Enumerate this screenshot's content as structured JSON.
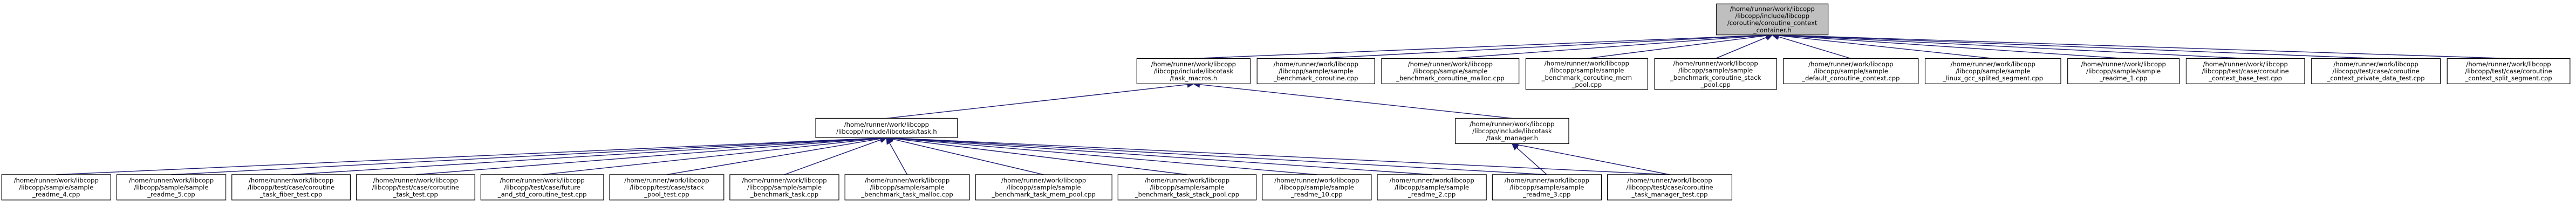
{
  "graph": {
    "edge_color": "#191970",
    "root_fill": "#bfbfbf",
    "node_fill": "#ffffff",
    "nodes": [
      {
        "id": "root",
        "lines": [
          "/home/runner/work/libcopp",
          "/libcopp/include/libcopp",
          "/coroutine/coroutine_context",
          "_container.h"
        ],
        "root": true
      },
      {
        "id": "task_macros",
        "lines": [
          "/home/runner/work/libcopp",
          "/libcopp/include/libcotask",
          "/task_macros.h"
        ]
      },
      {
        "id": "bench_coroutine",
        "lines": [
          "/home/runner/work/libcopp",
          "/libcopp/sample/sample",
          "_benchmark_coroutine.cpp"
        ]
      },
      {
        "id": "bench_coroutine_malloc",
        "lines": [
          "/home/runner/work/libcopp",
          "/libcopp/sample/sample",
          "_benchmark_coroutine_malloc.cpp"
        ]
      },
      {
        "id": "bench_coroutine_mem_pool",
        "lines": [
          "/home/runner/work/libcopp",
          "/libcopp/sample/sample",
          "_benchmark_coroutine_mem",
          "_pool.cpp"
        ]
      },
      {
        "id": "bench_coroutine_stack_pool",
        "lines": [
          "/home/runner/work/libcopp",
          "/libcopp/sample/sample",
          "_benchmark_coroutine_stack",
          "_pool.cpp"
        ]
      },
      {
        "id": "default_coroutine_context",
        "lines": [
          "/home/runner/work/libcopp",
          "/libcopp/sample/sample",
          "_default_coroutine_context.cpp"
        ]
      },
      {
        "id": "linux_gcc_splited_segment",
        "lines": [
          "/home/runner/work/libcopp",
          "/libcopp/sample/sample",
          "_linux_gcc_splited_segment.cpp"
        ]
      },
      {
        "id": "readme_1",
        "lines": [
          "/home/runner/work/libcopp",
          "/libcopp/sample/sample",
          "_readme_1.cpp"
        ]
      },
      {
        "id": "coroutine_context_base_test",
        "lines": [
          "/home/runner/work/libcopp",
          "/libcopp/test/case/coroutine",
          "_context_base_test.cpp"
        ]
      },
      {
        "id": "coroutine_context_private_data_test",
        "lines": [
          "/home/runner/work/libcopp",
          "/libcopp/test/case/coroutine",
          "_context_private_data_test.cpp"
        ]
      },
      {
        "id": "coroutine_context_split_segment",
        "lines": [
          "/home/runner/work/libcopp",
          "/libcopp/test/case/coroutine",
          "_context_split_segment.cpp"
        ]
      },
      {
        "id": "task_h",
        "lines": [
          "/home/runner/work/libcopp",
          "/libcopp/include/libcotask/task.h"
        ]
      },
      {
        "id": "task_manager_h",
        "lines": [
          "/home/runner/work/libcopp",
          "/libcopp/include/libcotask",
          "/task_manager.h"
        ]
      },
      {
        "id": "readme_4",
        "lines": [
          "/home/runner/work/libcopp",
          "/libcopp/sample/sample",
          "_readme_4.cpp"
        ]
      },
      {
        "id": "readme_5",
        "lines": [
          "/home/runner/work/libcopp",
          "/libcopp/sample/sample",
          "_readme_5.cpp"
        ]
      },
      {
        "id": "task_fiber_test",
        "lines": [
          "/home/runner/work/libcopp",
          "/libcopp/test/case/coroutine",
          "_task_fiber_test.cpp"
        ]
      },
      {
        "id": "coroutine_task_test",
        "lines": [
          "/home/runner/work/libcopp",
          "/libcopp/test/case/coroutine",
          "_task_test.cpp"
        ]
      },
      {
        "id": "future_and_std_coroutine_test",
        "lines": [
          "/home/runner/work/libcopp",
          "/libcopp/test/case/future",
          "_and_std_coroutine_test.cpp"
        ]
      },
      {
        "id": "stack_pool_test",
        "lines": [
          "/home/runner/work/libcopp",
          "/libcopp/test/case/stack",
          "_pool_test.cpp"
        ]
      },
      {
        "id": "bench_task",
        "lines": [
          "/home/runner/work/libcopp",
          "/libcopp/sample/sample",
          "_benchmark_task.cpp"
        ]
      },
      {
        "id": "bench_task_malloc",
        "lines": [
          "/home/runner/work/libcopp",
          "/libcopp/sample/sample",
          "_benchmark_task_malloc.cpp"
        ]
      },
      {
        "id": "bench_task_mem_pool",
        "lines": [
          "/home/runner/work/libcopp",
          "/libcopp/sample/sample",
          "_benchmark_task_mem_pool.cpp"
        ]
      },
      {
        "id": "bench_task_stack_pool",
        "lines": [
          "/home/runner/work/libcopp",
          "/libcopp/sample/sample",
          "_benchmark_task_stack_pool.cpp"
        ]
      },
      {
        "id": "readme_10",
        "lines": [
          "/home/runner/work/libcopp",
          "/libcopp/sample/sample",
          "_readme_10.cpp"
        ]
      },
      {
        "id": "readme_2",
        "lines": [
          "/home/runner/work/libcopp",
          "/libcopp/sample/sample",
          "_readme_2.cpp"
        ]
      },
      {
        "id": "readme_3",
        "lines": [
          "/home/runner/work/libcopp",
          "/libcopp/sample/sample",
          "_readme_3.cpp"
        ]
      },
      {
        "id": "task_manager_test",
        "lines": [
          "/home/runner/work/libcopp",
          "/libcopp/test/case/coroutine",
          "_task_manager_test.cpp"
        ]
      }
    ],
    "edges": [
      [
        "task_macros",
        "root"
      ],
      [
        "bench_coroutine",
        "root"
      ],
      [
        "bench_coroutine_malloc",
        "root"
      ],
      [
        "bench_coroutine_mem_pool",
        "root"
      ],
      [
        "bench_coroutine_stack_pool",
        "root"
      ],
      [
        "default_coroutine_context",
        "root"
      ],
      [
        "linux_gcc_splited_segment",
        "root"
      ],
      [
        "readme_1",
        "root"
      ],
      [
        "coroutine_context_base_test",
        "root"
      ],
      [
        "coroutine_context_private_data_test",
        "root"
      ],
      [
        "coroutine_context_split_segment",
        "root"
      ],
      [
        "task_h",
        "task_macros"
      ],
      [
        "task_manager_h",
        "task_macros"
      ],
      [
        "readme_4",
        "task_h"
      ],
      [
        "readme_5",
        "task_h"
      ],
      [
        "task_fiber_test",
        "task_h"
      ],
      [
        "coroutine_task_test",
        "task_h"
      ],
      [
        "future_and_std_coroutine_test",
        "task_h"
      ],
      [
        "stack_pool_test",
        "task_h"
      ],
      [
        "bench_task",
        "task_h"
      ],
      [
        "bench_task_malloc",
        "task_h"
      ],
      [
        "bench_task_mem_pool",
        "task_h"
      ],
      [
        "bench_task_stack_pool",
        "task_h"
      ],
      [
        "readme_10",
        "task_h"
      ],
      [
        "readme_2",
        "task_h"
      ],
      [
        "readme_3",
        "task_h"
      ],
      [
        "task_manager_test",
        "task_h"
      ],
      [
        "readme_3",
        "task_manager_h"
      ],
      [
        "task_manager_test",
        "task_manager_h"
      ]
    ]
  }
}
